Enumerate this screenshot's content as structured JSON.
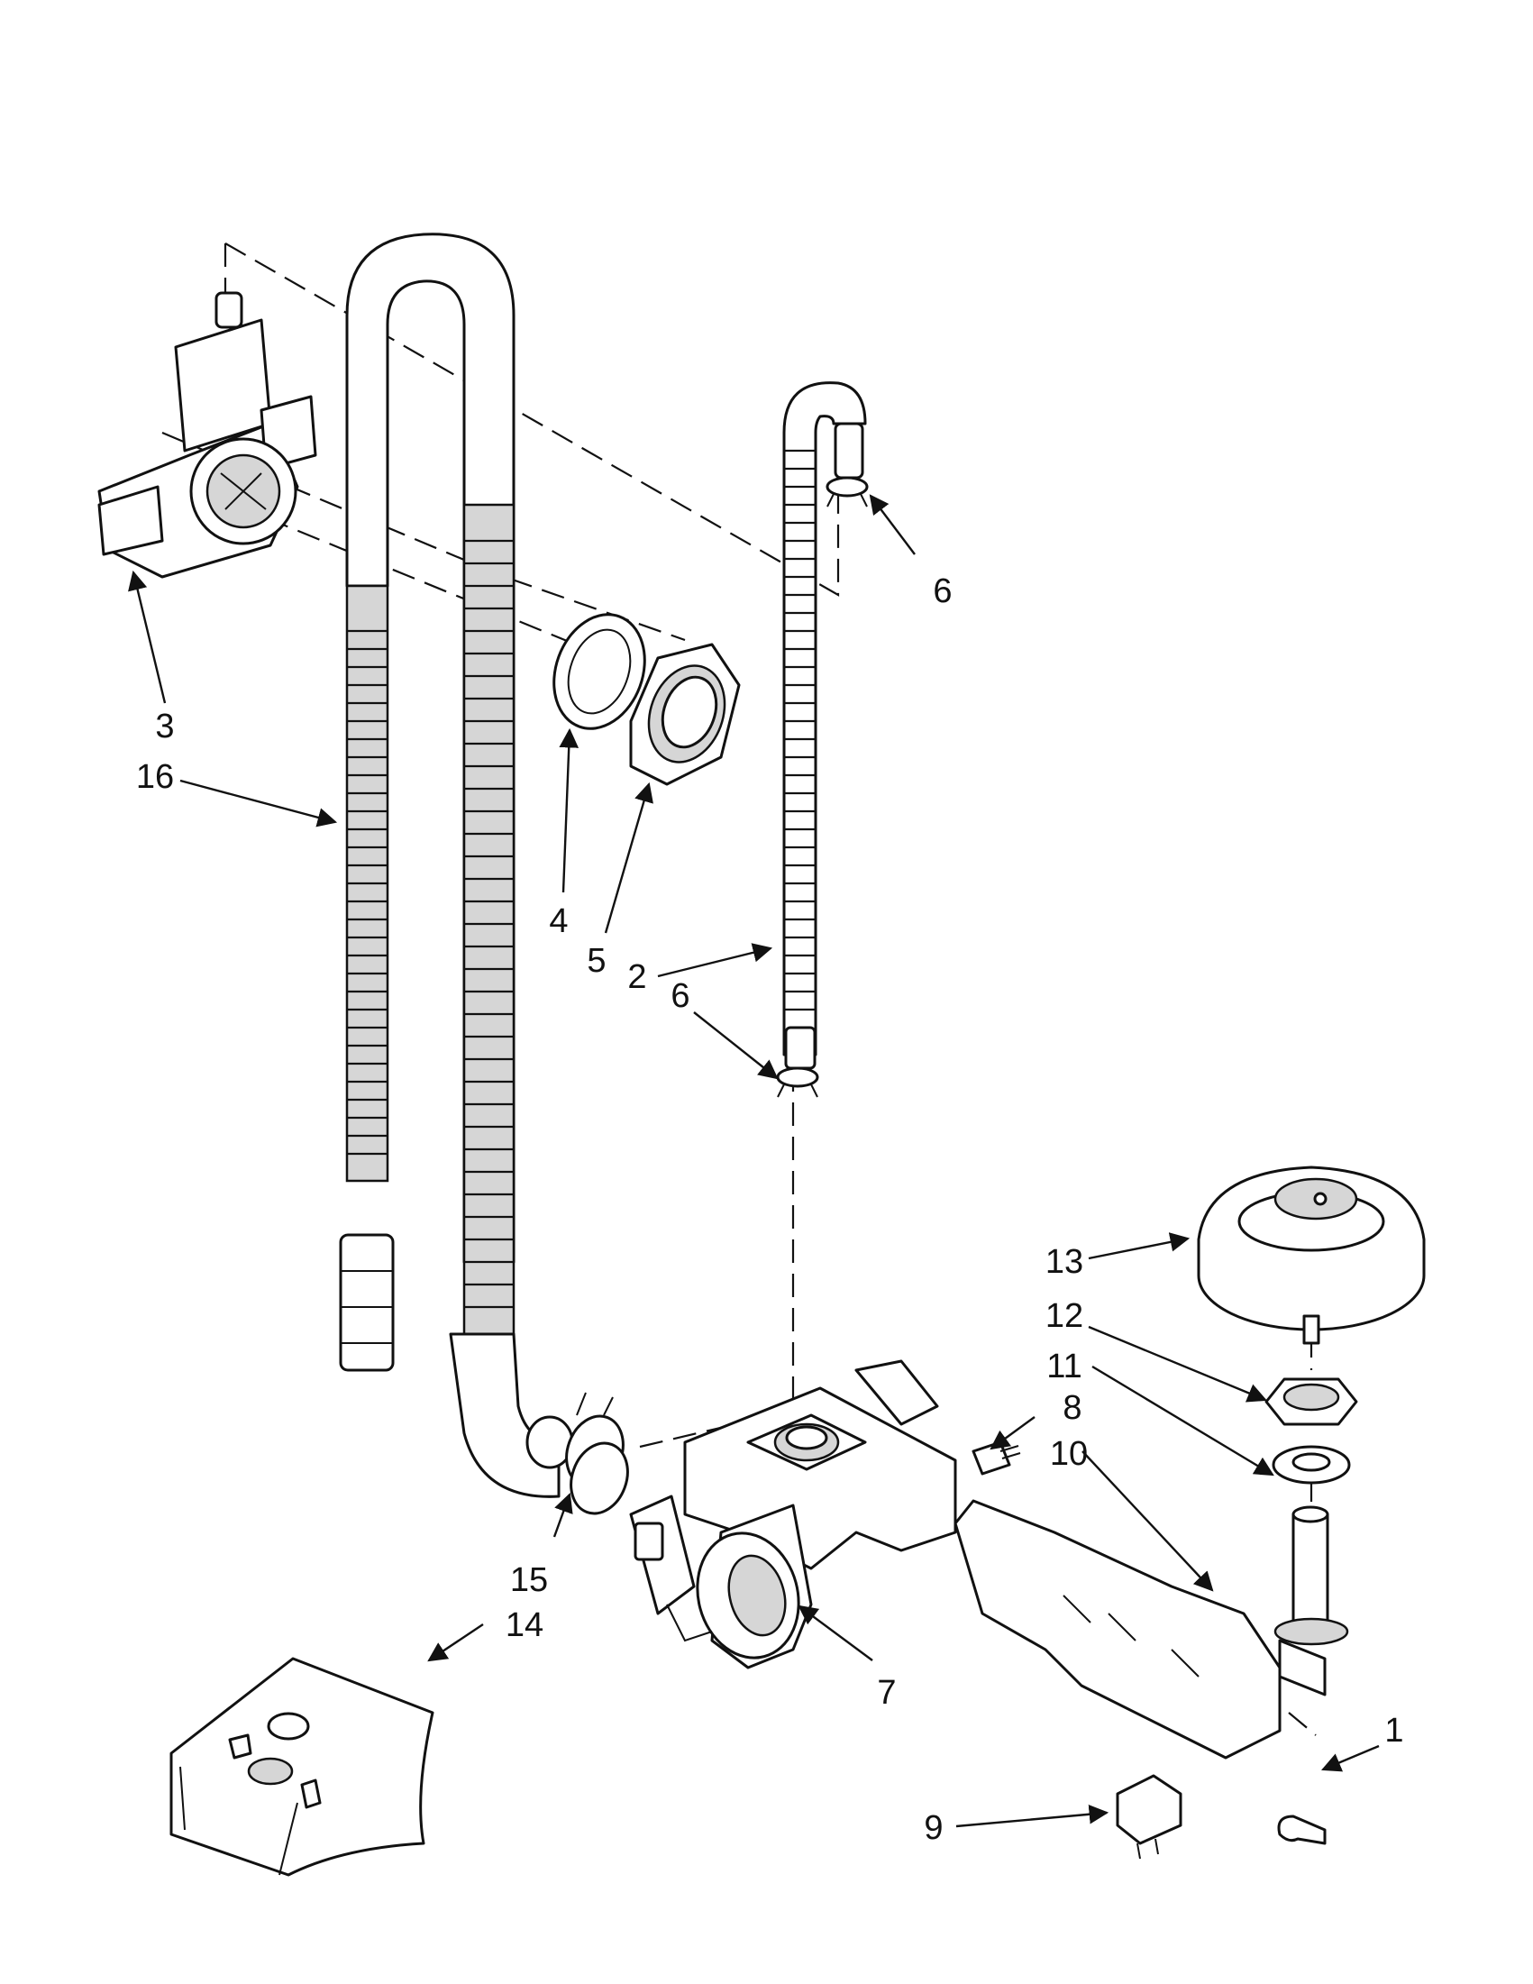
{
  "diagram": {
    "callouts": [
      {
        "id": "c1",
        "label": "1"
      },
      {
        "id": "c2",
        "label": "2"
      },
      {
        "id": "c3",
        "label": "3"
      },
      {
        "id": "c4",
        "label": "4"
      },
      {
        "id": "c5",
        "label": "5"
      },
      {
        "id": "c6a",
        "label": "6"
      },
      {
        "id": "c6b",
        "label": "6"
      },
      {
        "id": "c7",
        "label": "7"
      },
      {
        "id": "c8",
        "label": "8"
      },
      {
        "id": "c9",
        "label": "9"
      },
      {
        "id": "c10",
        "label": "10"
      },
      {
        "id": "c11",
        "label": "11"
      },
      {
        "id": "c12",
        "label": "12"
      },
      {
        "id": "c13",
        "label": "13"
      },
      {
        "id": "c14",
        "label": "14"
      },
      {
        "id": "c15",
        "label": "15"
      },
      {
        "id": "c16",
        "label": "16"
      }
    ],
    "colors": {
      "line": "#111111",
      "fill": "#ffffff",
      "shade": "#d6d6d6"
    }
  }
}
